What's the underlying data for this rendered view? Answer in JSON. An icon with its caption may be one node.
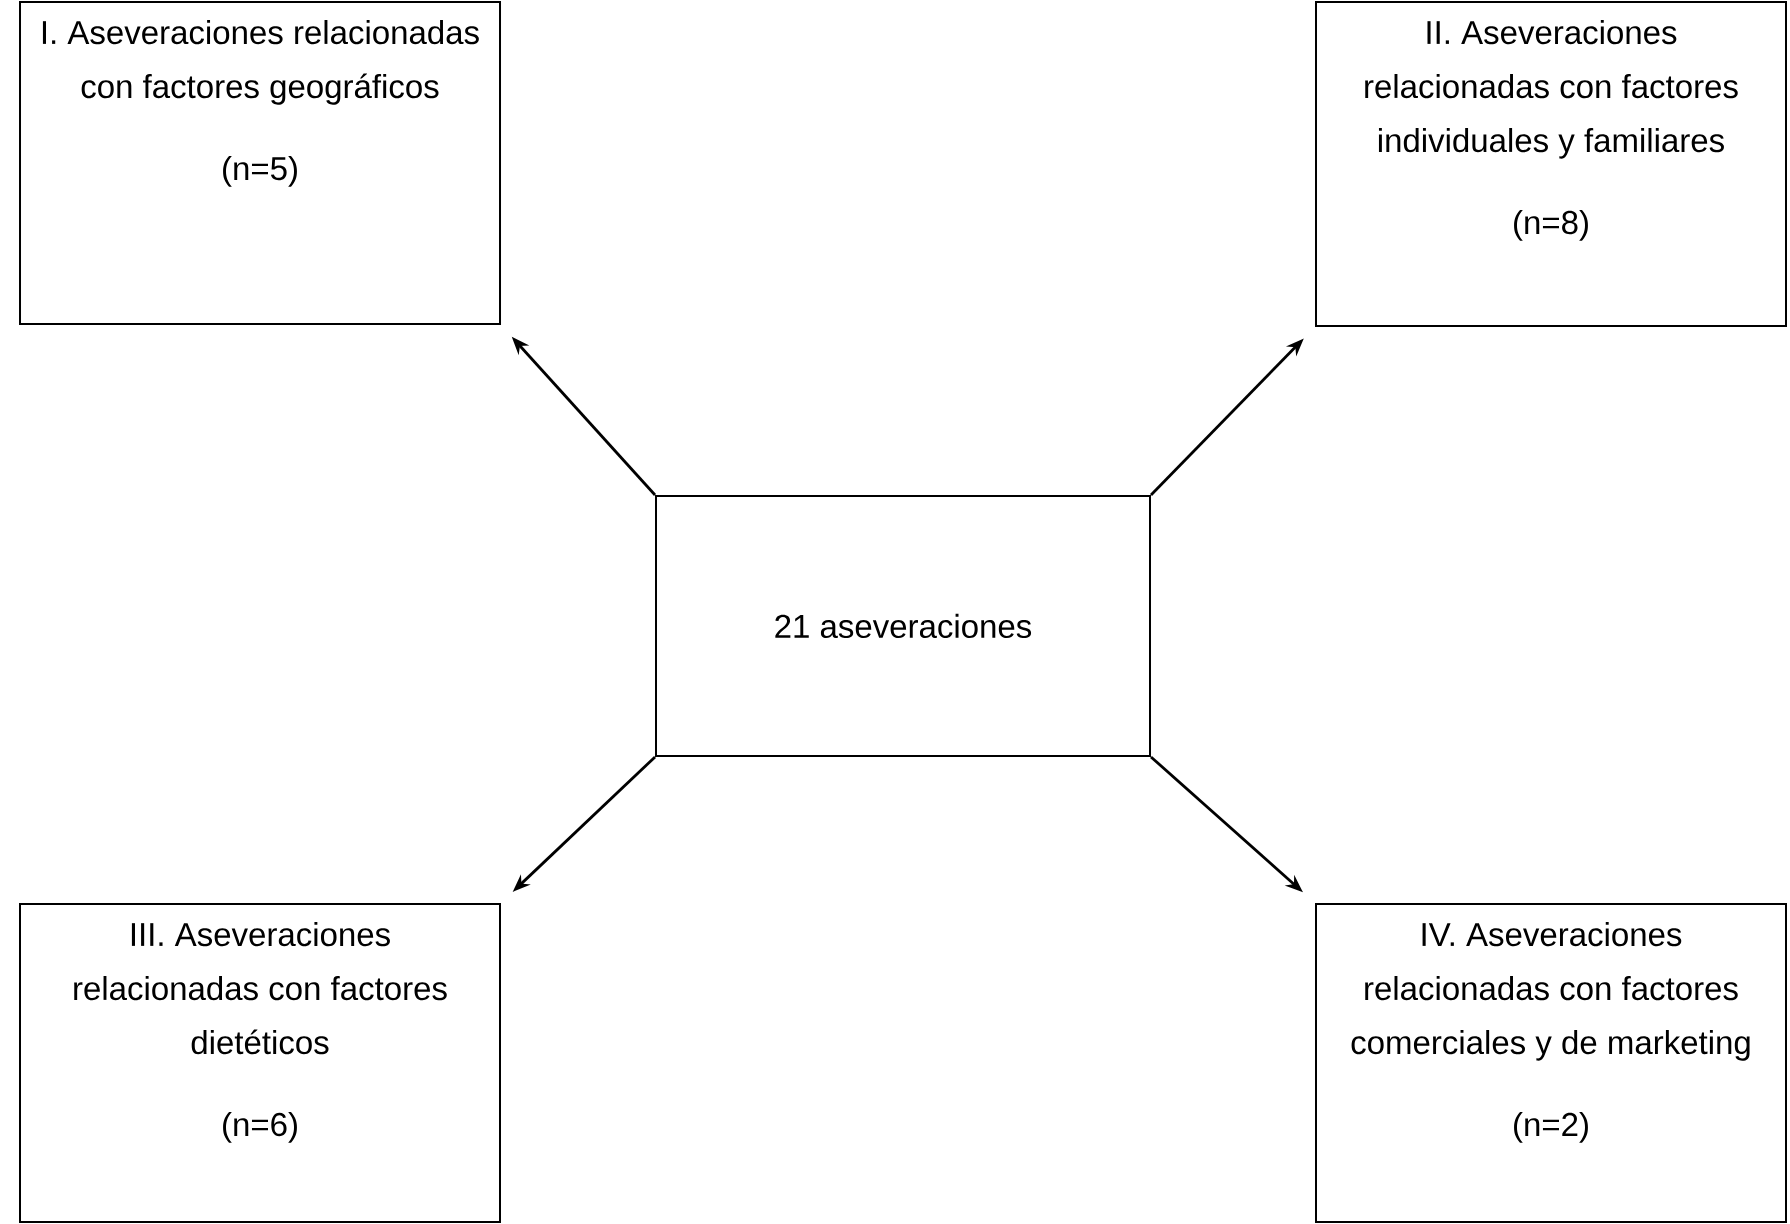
{
  "diagram": {
    "nodes": [
      {
        "text": [
          "I. Aseveraciones relacionadas con factores geográficos",
          "(n=5)"
        ]
      },
      {
        "text": [
          "II. Aseveraciones relacionadas con factores individuales y familiares",
          "(n=8)"
        ]
      },
      {
        "text": [
          "21 aseveraciones"
        ]
      },
      {
        "text": [
          "III. Aseveraciones relacionadas con factores dietéticos",
          "(n=6)"
        ]
      },
      {
        "text": [
          "IV. Aseveraciones relacionadas con factores comerciales y de marketing",
          "(n=2)"
        ]
      }
    ],
    "edges": [
      {
        "from": 2,
        "to": 0,
        "arrow": "to"
      },
      {
        "from": 2,
        "to": 1,
        "arrow": "to"
      },
      {
        "from": 2,
        "to": 3,
        "arrow": "to"
      },
      {
        "from": 2,
        "to": 4,
        "arrow": "to"
      }
    ]
  }
}
